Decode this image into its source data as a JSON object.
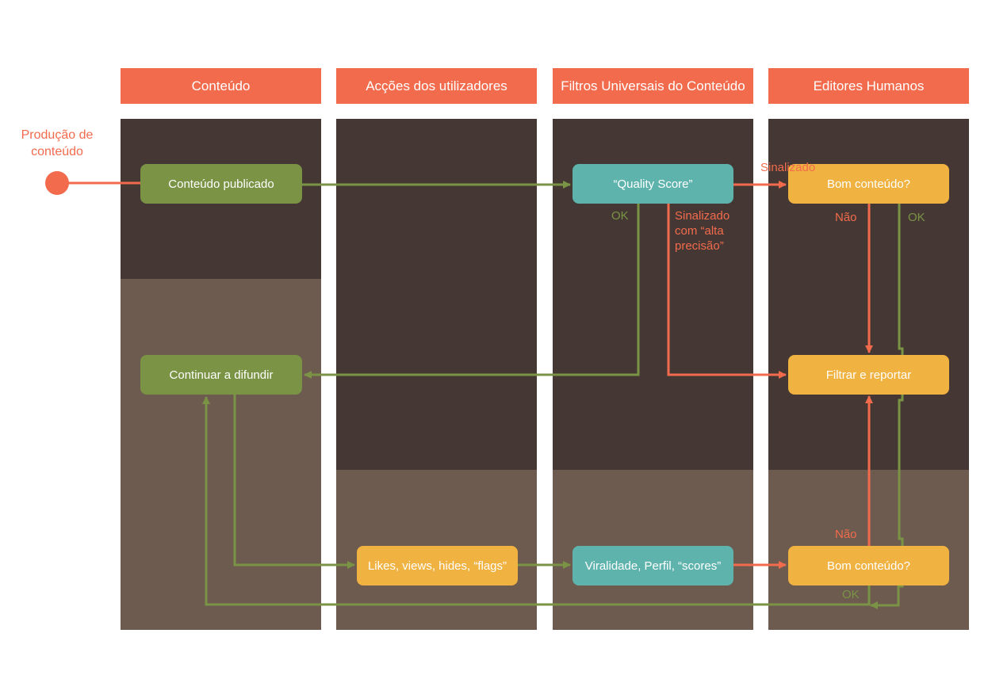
{
  "lanes": [
    {
      "title": "Conteúdo"
    },
    {
      "title": "Acções dos utilizadores"
    },
    {
      "title": "Filtros Universais do Conteúdo"
    },
    {
      "title": "Editores Humanos"
    }
  ],
  "start": {
    "label": "Produção de\nconteúdo"
  },
  "nodes": {
    "published": "Conteúdo publicado",
    "quality": "“Quality Score”",
    "good1": "Bom conteúdo?",
    "spread": "Continuar a difundir",
    "filter": "Filtrar e reportar",
    "likes": "Likes, views, hides, “flags”",
    "virality": "Viralidade, Perfil, “scores”",
    "good2": "Bom conteúdo?"
  },
  "edge_labels": {
    "flagged": "Sinalizado",
    "ok_quality": "OK",
    "flagged_high": "Sinalizado\ncom “alta\nprecisão”",
    "no1": "Não",
    "ok1": "OK",
    "no2": "Não",
    "ok2": "OK"
  },
  "colors": {
    "header": "#f26b4c",
    "lane_dark": "#453834",
    "lane_light": "#6d5b50",
    "green": "#7a9344",
    "teal": "#5eb3ad",
    "yellow": "#f0b240",
    "orange": "#f26b4c"
  }
}
